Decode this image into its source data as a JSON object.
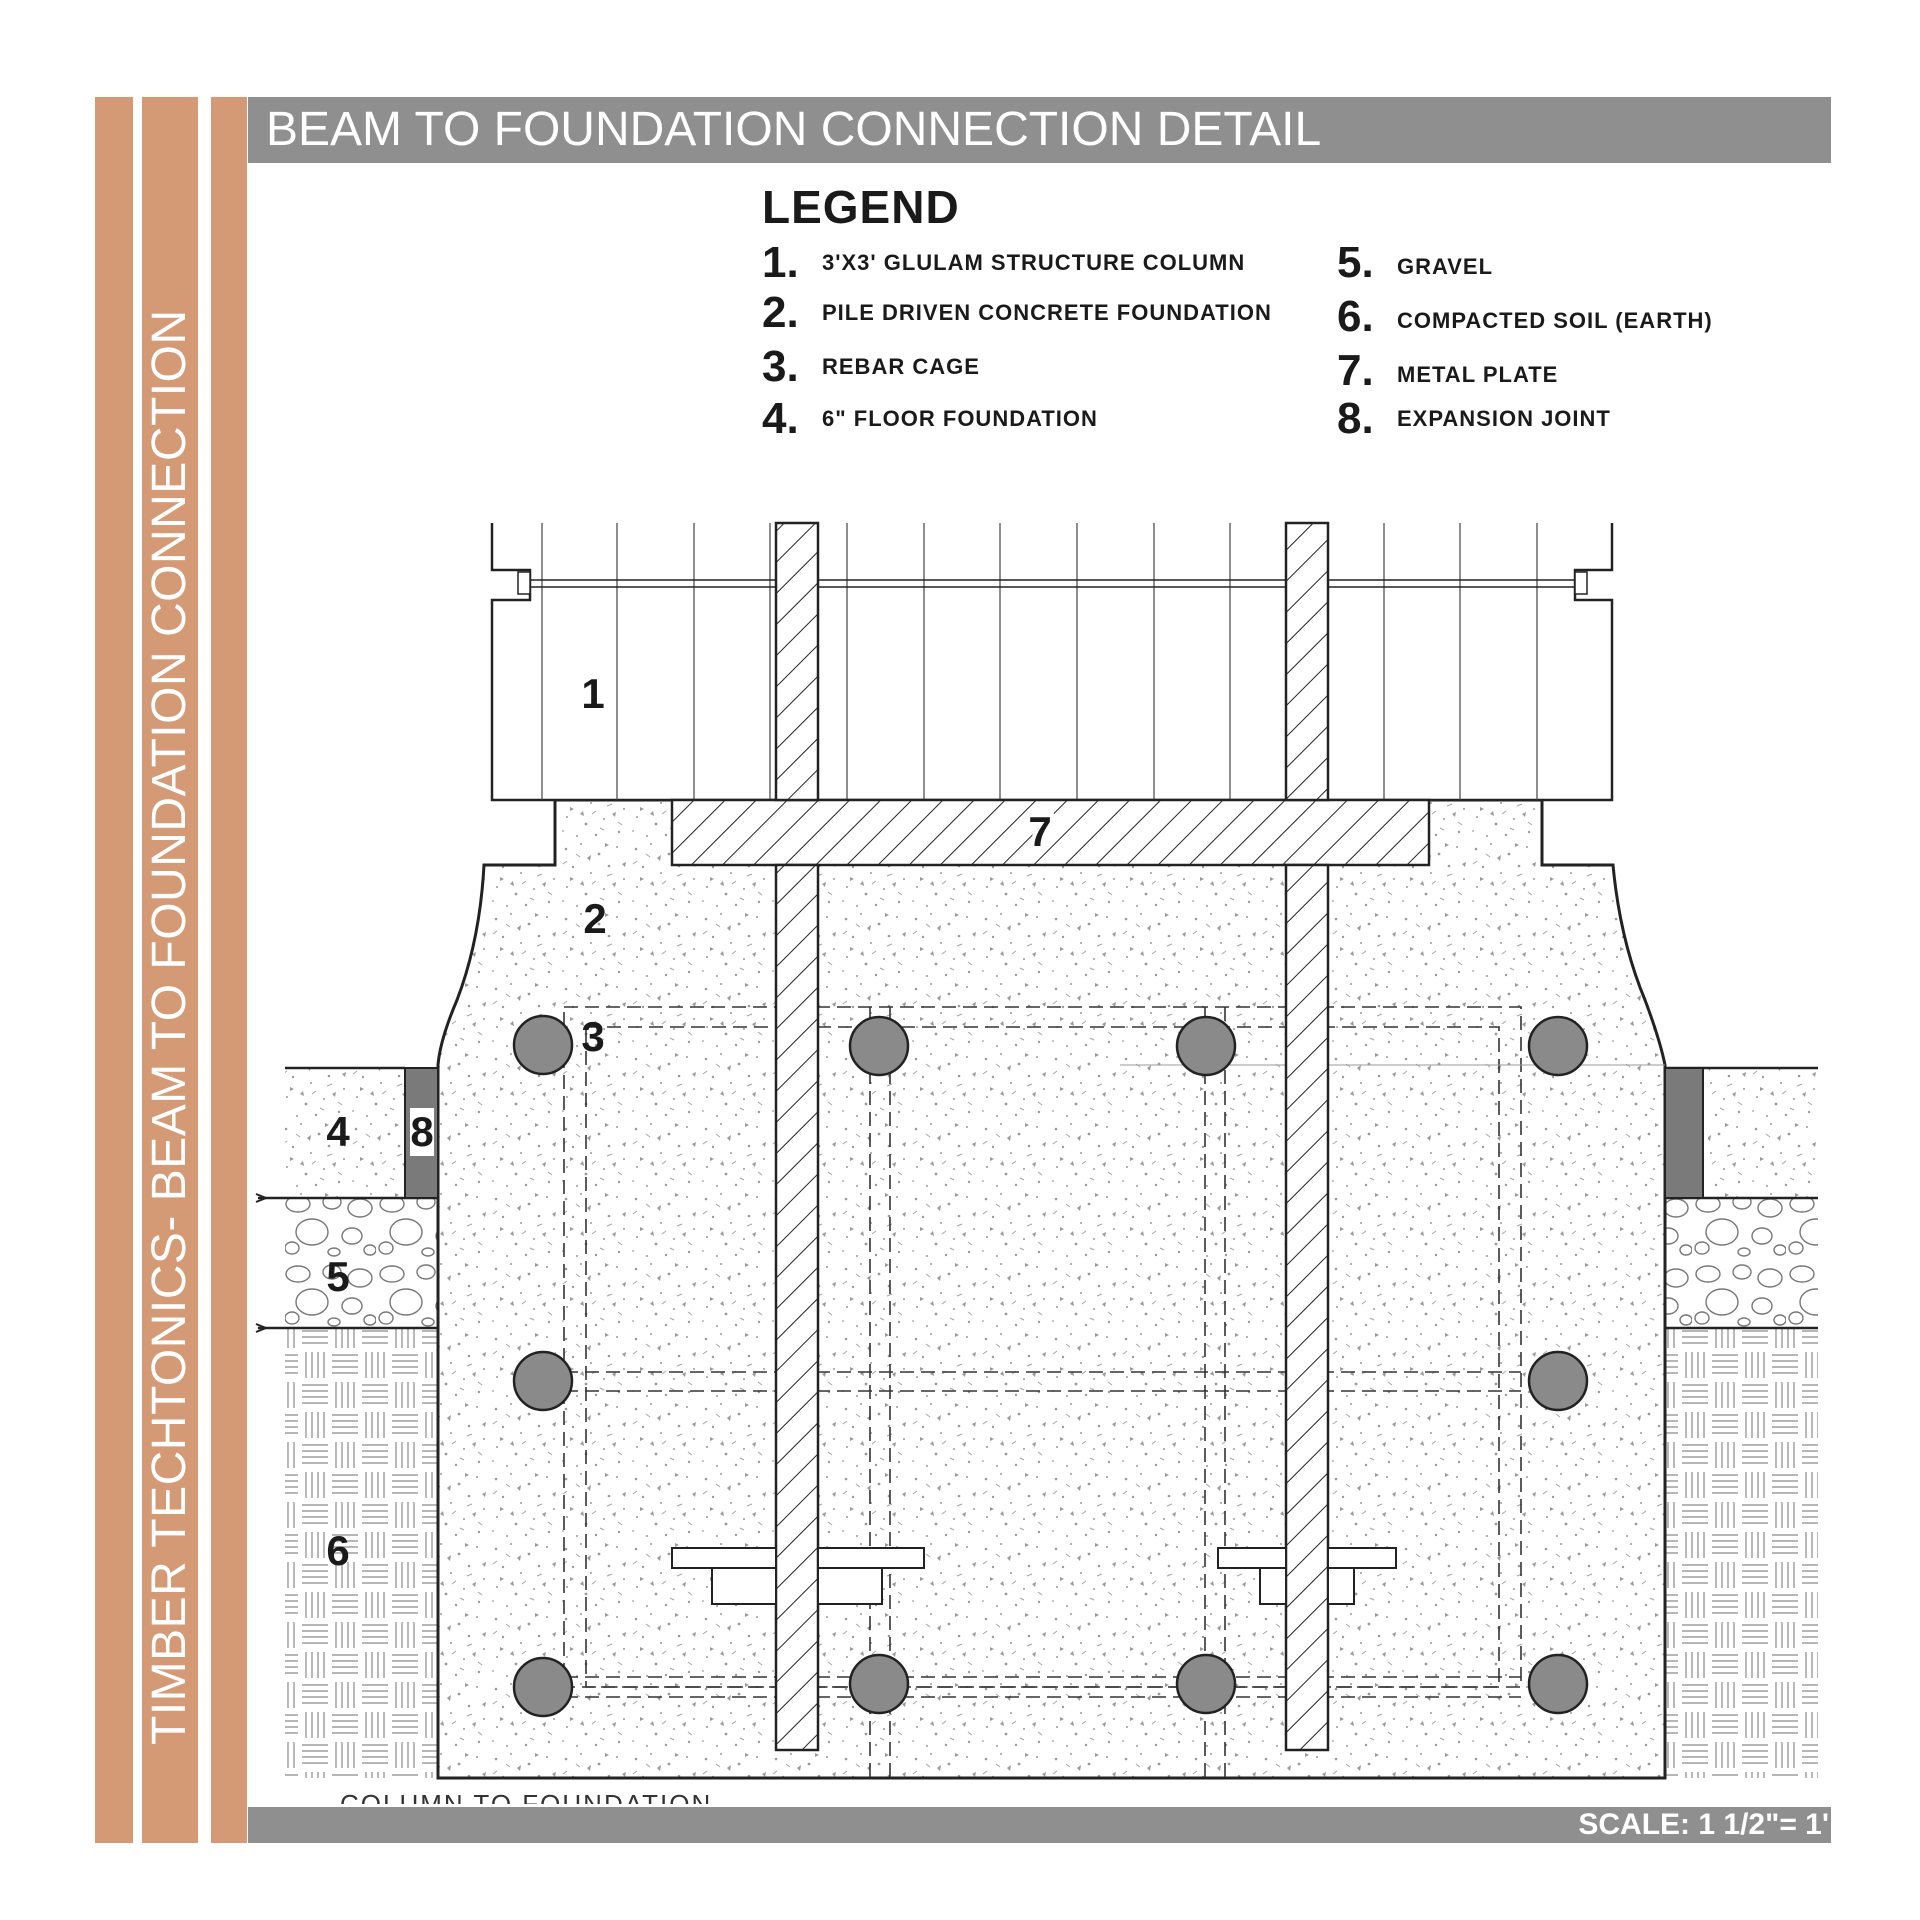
{
  "header": {
    "title": "BEAM TO FOUNDATION CONNECTION DETAIL"
  },
  "side_title": "TIMBER TECHTONICS- BEAM TO FOUNDATION CONNECTION",
  "legend": {
    "title": "LEGEND",
    "items": [
      {
        "num": "1.",
        "label": "3'X3' GLULAM STRUCTURE COLUMN"
      },
      {
        "num": "2.",
        "label": "PILE DRIVEN CONCRETE FOUNDATION"
      },
      {
        "num": "3.",
        "label": "REBAR CAGE"
      },
      {
        "num": "4.",
        "label": "6\" FLOOR FOUNDATION"
      },
      {
        "num": "5.",
        "label": "GRAVEL"
      },
      {
        "num": "6.",
        "label": "COMPACTED SOIL (EARTH)"
      },
      {
        "num": "7.",
        "label": "METAL PLATE"
      },
      {
        "num": "8.",
        "label": "EXPANSION JOINT"
      }
    ]
  },
  "callouts": [
    "1",
    "2",
    "3",
    "4",
    "5",
    "6",
    "7",
    "8"
  ],
  "footer": {
    "scale": "SCALE: 1 1/2\"= 1'",
    "caption": "COLUMN TO FOUNDATION"
  },
  "colors": {
    "accent_stripe": "#d49a75",
    "bar_gray": "#8f8f8f",
    "rebar_gray": "#8a8a8a",
    "joint_gray": "#7a7a7a"
  }
}
